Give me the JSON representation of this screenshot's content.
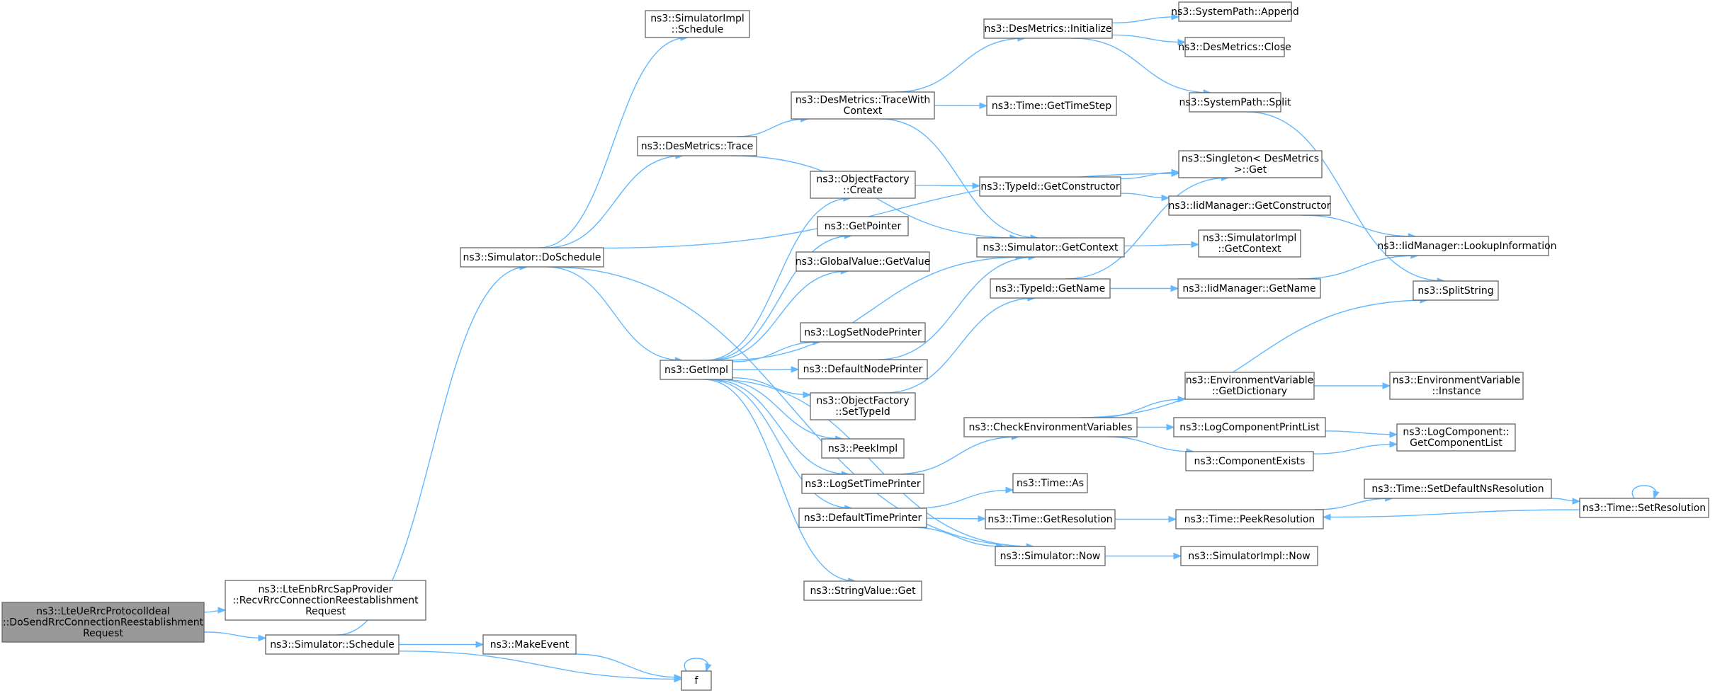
{
  "diagram": {
    "colors": {
      "edge": "#63b8ff",
      "node_border": "#666666",
      "root_fill": "#999999",
      "node_fill": "#ffffff"
    },
    "nodes": [
      {
        "id": "root",
        "lines": [
          "ns3::LteUeRrcProtocolIdeal",
          "::DoSendRrcConnectionReestablishment",
          "Request"
        ],
        "root": true
      },
      {
        "id": "recv",
        "lines": [
          "ns3::LteEnbRrcSapProvider",
          "::RecvRrcConnectionReestablishment",
          "Request"
        ]
      },
      {
        "id": "sched",
        "lines": [
          "ns3::Simulator::Schedule"
        ]
      },
      {
        "id": "doSched",
        "lines": [
          "ns3::Simulator::DoSchedule"
        ]
      },
      {
        "id": "implSched",
        "lines": [
          "ns3::SimulatorImpl",
          "::Schedule"
        ]
      },
      {
        "id": "makeEvent",
        "lines": [
          "ns3::MakeEvent"
        ]
      },
      {
        "id": "f",
        "lines": [
          "f"
        ]
      },
      {
        "id": "dmTrace",
        "lines": [
          "ns3::DesMetrics::Trace"
        ]
      },
      {
        "id": "dmTraceCtx",
        "lines": [
          "ns3::DesMetrics::TraceWith",
          "Context"
        ]
      },
      {
        "id": "dmInit",
        "lines": [
          "ns3::DesMetrics::Initialize"
        ]
      },
      {
        "id": "spAppend",
        "lines": [
          "ns3::SystemPath::Append"
        ]
      },
      {
        "id": "dmClose",
        "lines": [
          "ns3::DesMetrics::Close"
        ]
      },
      {
        "id": "spSplit",
        "lines": [
          "ns3::SystemPath::Split"
        ]
      },
      {
        "id": "timeStep",
        "lines": [
          "ns3::Time::GetTimeStep"
        ]
      },
      {
        "id": "singleton",
        "lines": [
          "ns3::Singleton< DesMetrics",
          ">::Get"
        ]
      },
      {
        "id": "getImpl",
        "lines": [
          "ns3::GetImpl"
        ]
      },
      {
        "id": "ofCreate",
        "lines": [
          "ns3::ObjectFactory",
          "::Create"
        ]
      },
      {
        "id": "getPointer",
        "lines": [
          "ns3::GetPointer"
        ]
      },
      {
        "id": "gvGetValue",
        "lines": [
          "ns3::GlobalValue::GetValue"
        ]
      },
      {
        "id": "logNode",
        "lines": [
          "ns3::LogSetNodePrinter"
        ]
      },
      {
        "id": "defNode",
        "lines": [
          "ns3::DefaultNodePrinter"
        ]
      },
      {
        "id": "ofSetTypeId",
        "lines": [
          "ns3::ObjectFactory",
          "::SetTypeId"
        ]
      },
      {
        "id": "peekImpl",
        "lines": [
          "ns3::PeekImpl"
        ]
      },
      {
        "id": "logTime",
        "lines": [
          "ns3::LogSetTimePrinter"
        ]
      },
      {
        "id": "defTime",
        "lines": [
          "ns3::DefaultTimePrinter"
        ]
      },
      {
        "id": "svGet",
        "lines": [
          "ns3::StringValue::Get"
        ]
      },
      {
        "id": "tidGetCtor",
        "lines": [
          "ns3::TypeId::GetConstructor"
        ]
      },
      {
        "id": "simGetCtx",
        "lines": [
          "ns3::Simulator::GetContext"
        ]
      },
      {
        "id": "tidGetName",
        "lines": [
          "ns3::TypeId::GetName"
        ]
      },
      {
        "id": "checkEnv",
        "lines": [
          "ns3::CheckEnvironmentVariables"
        ]
      },
      {
        "id": "timeAs",
        "lines": [
          "ns3::Time::As"
        ]
      },
      {
        "id": "timeGetRes",
        "lines": [
          "ns3::Time::GetResolution"
        ]
      },
      {
        "id": "simNow",
        "lines": [
          "ns3::Simulator::Now"
        ]
      },
      {
        "id": "iidGetCtor",
        "lines": [
          "ns3::IidManager::GetConstructor"
        ]
      },
      {
        "id": "implGetCtx",
        "lines": [
          "ns3::SimulatorImpl",
          "::GetContext"
        ]
      },
      {
        "id": "iidGetName",
        "lines": [
          "ns3::IidManager::GetName"
        ]
      },
      {
        "id": "envGetDict",
        "lines": [
          "ns3::EnvironmentVariable",
          "::GetDictionary"
        ]
      },
      {
        "id": "logCompPrint",
        "lines": [
          "ns3::LogComponentPrintList"
        ]
      },
      {
        "id": "compExists",
        "lines": [
          "ns3::ComponentExists"
        ]
      },
      {
        "id": "timePeekRes",
        "lines": [
          "ns3::Time::PeekResolution"
        ]
      },
      {
        "id": "implNow",
        "lines": [
          "ns3::SimulatorImpl::Now"
        ]
      },
      {
        "id": "iidLookup",
        "lines": [
          "ns3::IidManager::LookupInformation"
        ]
      },
      {
        "id": "splitString",
        "lines": [
          "ns3::SplitString"
        ]
      },
      {
        "id": "envInstance",
        "lines": [
          "ns3::EnvironmentVariable",
          "::Instance"
        ]
      },
      {
        "id": "logCompGetList",
        "lines": [
          "ns3::LogComponent::",
          "GetComponentList"
        ]
      },
      {
        "id": "timeSetDefNs",
        "lines": [
          "ns3::Time::SetDefaultNsResolution"
        ]
      },
      {
        "id": "timeSetRes",
        "lines": [
          "ns3::Time::SetResolution"
        ]
      }
    ],
    "edges": [
      [
        "root",
        "recv"
      ],
      [
        "root",
        "sched"
      ],
      [
        "sched",
        "doSched"
      ],
      [
        "sched",
        "makeEvent"
      ],
      [
        "sched",
        "f"
      ],
      [
        "makeEvent",
        "f"
      ],
      [
        "f",
        "f"
      ],
      [
        "doSched",
        "implSched"
      ],
      [
        "doSched",
        "dmTrace"
      ],
      [
        "doSched",
        "singleton"
      ],
      [
        "doSched",
        "getImpl"
      ],
      [
        "doSched",
        "simNow"
      ],
      [
        "dmTrace",
        "dmTraceCtx"
      ],
      [
        "dmTrace",
        "simGetCtx"
      ],
      [
        "dmTraceCtx",
        "dmInit"
      ],
      [
        "dmTraceCtx",
        "timeStep"
      ],
      [
        "dmTraceCtx",
        "simGetCtx"
      ],
      [
        "dmInit",
        "spAppend"
      ],
      [
        "dmInit",
        "dmClose"
      ],
      [
        "dmInit",
        "spSplit"
      ],
      [
        "spSplit",
        "splitString"
      ],
      [
        "getImpl",
        "ofCreate"
      ],
      [
        "getImpl",
        "getPointer"
      ],
      [
        "getImpl",
        "gvGetValue"
      ],
      [
        "getImpl",
        "simGetCtx"
      ],
      [
        "getImpl",
        "logNode"
      ],
      [
        "getImpl",
        "defNode"
      ],
      [
        "getImpl",
        "ofSetTypeId"
      ],
      [
        "getImpl",
        "peekImpl"
      ],
      [
        "getImpl",
        "logTime"
      ],
      [
        "getImpl",
        "defTime"
      ],
      [
        "getImpl",
        "svGet"
      ],
      [
        "ofCreate",
        "tidGetCtor"
      ],
      [
        "tidGetCtor",
        "singleton"
      ],
      [
        "tidGetCtor",
        "iidGetCtor"
      ],
      [
        "iidGetCtor",
        "iidLookup"
      ],
      [
        "simGetCtx",
        "implGetCtx"
      ],
      [
        "defNode",
        "simGetCtx"
      ],
      [
        "ofSetTypeId",
        "tidGetName"
      ],
      [
        "tidGetName",
        "singleton"
      ],
      [
        "tidGetName",
        "iidGetName"
      ],
      [
        "iidGetName",
        "iidLookup"
      ],
      [
        "logTime",
        "checkEnv"
      ],
      [
        "checkEnv",
        "splitString"
      ],
      [
        "checkEnv",
        "envGetDict"
      ],
      [
        "checkEnv",
        "logCompPrint"
      ],
      [
        "checkEnv",
        "compExists"
      ],
      [
        "envGetDict",
        "envInstance"
      ],
      [
        "logCompPrint",
        "logCompGetList"
      ],
      [
        "compExists",
        "logCompGetList"
      ],
      [
        "defTime",
        "timeAs"
      ],
      [
        "defTime",
        "timeGetRes"
      ],
      [
        "defTime",
        "simNow"
      ],
      [
        "timeGetRes",
        "timePeekRes"
      ],
      [
        "timePeekRes",
        "timeSetDefNs"
      ],
      [
        "timeSetDefNs",
        "timeSetRes"
      ],
      [
        "timeSetRes",
        "timePeekRes"
      ],
      [
        "timeSetRes",
        "timeSetRes"
      ],
      [
        "simNow",
        "implNow"
      ],
      [
        "simNow",
        "getImpl"
      ]
    ]
  }
}
